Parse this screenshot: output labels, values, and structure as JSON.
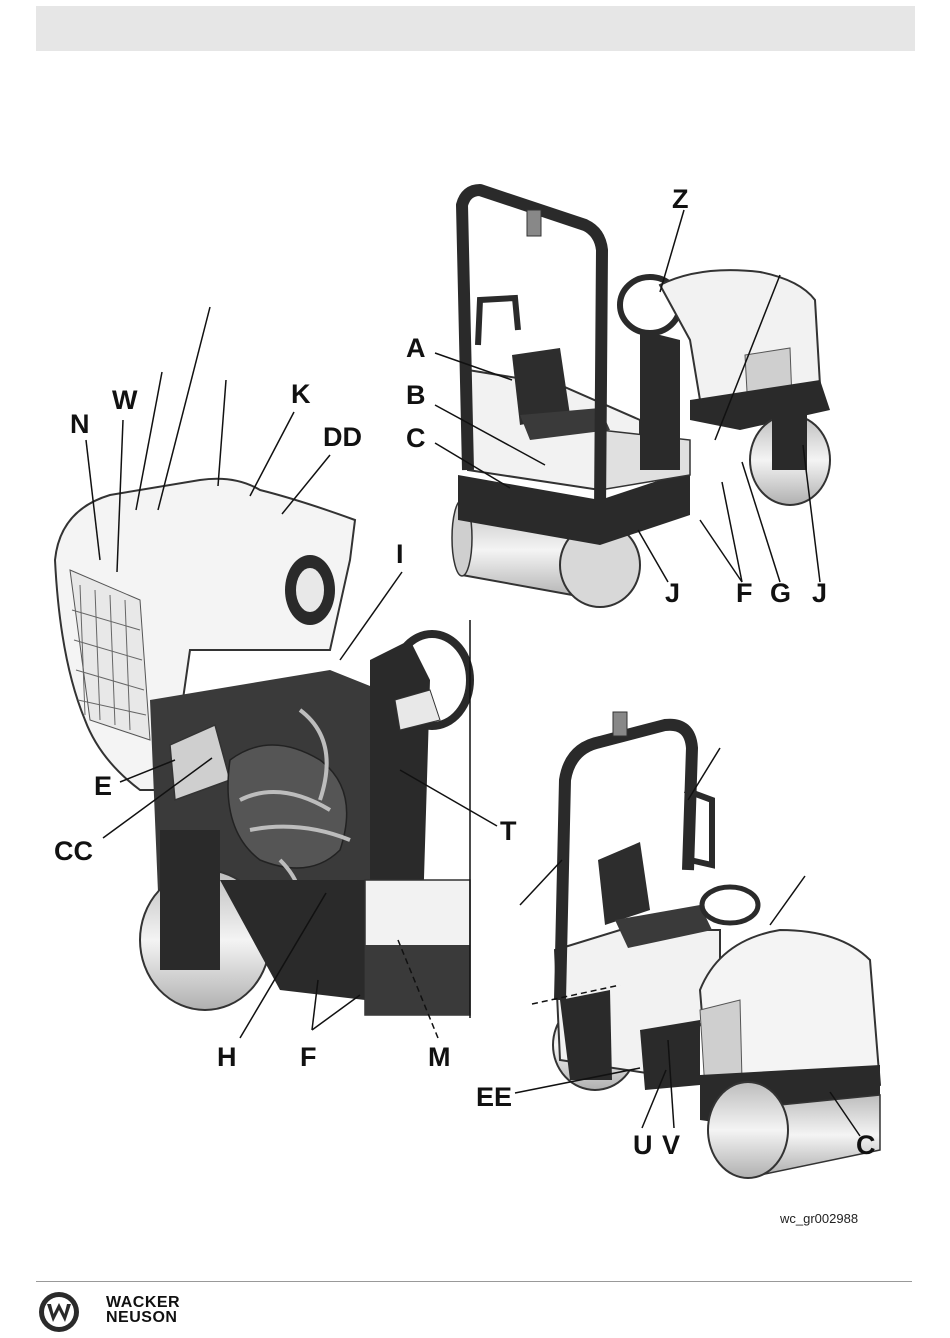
{
  "header": {
    "text": ""
  },
  "figure": {
    "callouts": [
      "Z",
      "A",
      "B",
      "C",
      "J",
      "F",
      "G",
      "J",
      "N",
      "W",
      "K",
      "DD",
      "I",
      "E",
      "CC",
      "T",
      "H",
      "F",
      "M",
      "EE",
      "U",
      "V",
      "C"
    ],
    "drawing_id": "wc_gr002988"
  },
  "footer": {
    "brand_line1": "WACKER",
    "brand_line2": "NEUSON"
  },
  "colors": {
    "header_bar": "#e6e6e6",
    "machine_body": "#f2f2f2",
    "machine_dark": "#2a2a2a",
    "drum": "#dcdcdc"
  }
}
